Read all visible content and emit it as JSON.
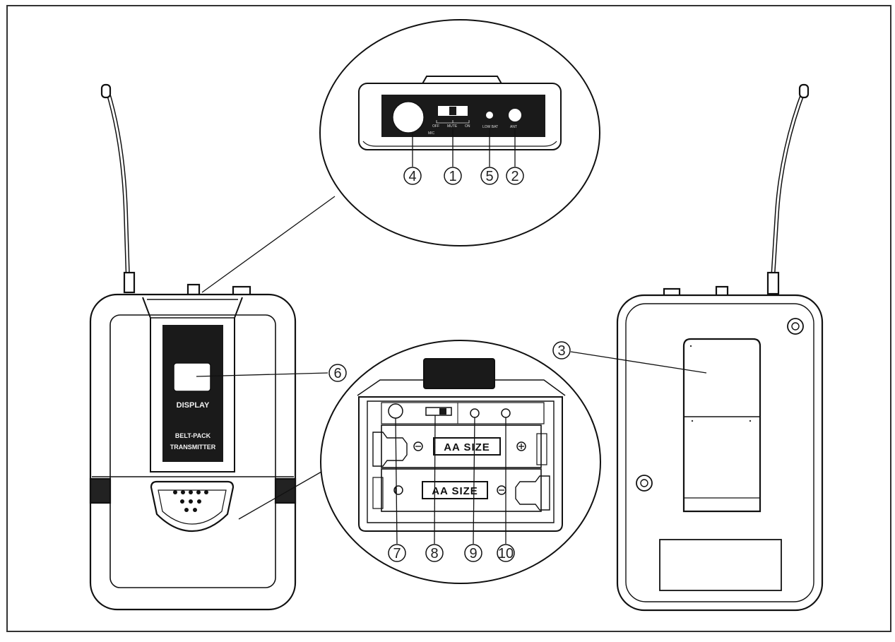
{
  "front": {
    "display_label": "DISPLAY",
    "product_line1": "BELT-PACK",
    "product_line2": "TRANSMITTER"
  },
  "top_panel": {
    "switch_labels": [
      "OFF",
      "MUTE",
      "ON"
    ],
    "mic_label": "MIC",
    "led_label": "LOW BAT",
    "ant_label": "ANT"
  },
  "battery": {
    "size_label_1": "AA SIZE",
    "size_label_2": "AA SIZE"
  },
  "callouts": [
    "1",
    "2",
    "3",
    "4",
    "5",
    "6",
    "7",
    "8",
    "9",
    "10"
  ],
  "colors": {
    "line": "#111111",
    "dark_panel": "#1a1a1a"
  }
}
